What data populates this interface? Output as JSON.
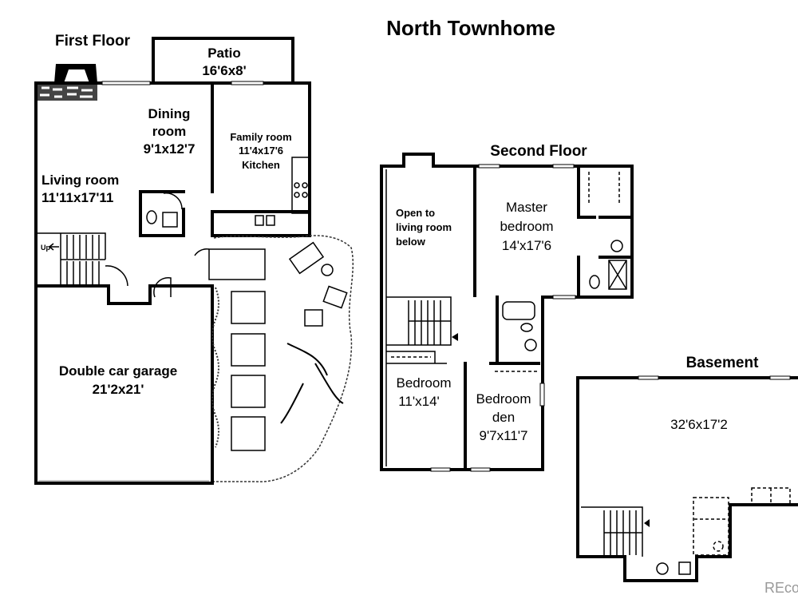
{
  "title": "North Townhome",
  "first_floor": {
    "heading": "First Floor",
    "patio": {
      "name": "Patio",
      "size": "16'6x8'"
    },
    "dining": {
      "name1": "Dining",
      "name2": "room",
      "size": "9'1x12'7"
    },
    "family": {
      "name": "Family room",
      "size": "11'4x17'6",
      "extra": "Kitchen"
    },
    "living": {
      "name": "Living room",
      "size": "11'11x17'11"
    },
    "up_label": "Up",
    "garage": {
      "name": "Double car garage",
      "size": "21'2x21'"
    }
  },
  "second_floor": {
    "heading": "Second Floor",
    "open": {
      "l1": "Open to",
      "l2": "living room",
      "l3": "below"
    },
    "master": {
      "name1": "Master",
      "name2": "bedroom",
      "size": "14'x17'6"
    },
    "bedroom": {
      "name": "Bedroom",
      "size": "11'x14'"
    },
    "den": {
      "name1": "Bedroom",
      "name2": "den",
      "size": "9'7x11'7"
    }
  },
  "basement": {
    "heading": "Basement",
    "size": "32'6x17'2"
  },
  "watermark": "REco"
}
